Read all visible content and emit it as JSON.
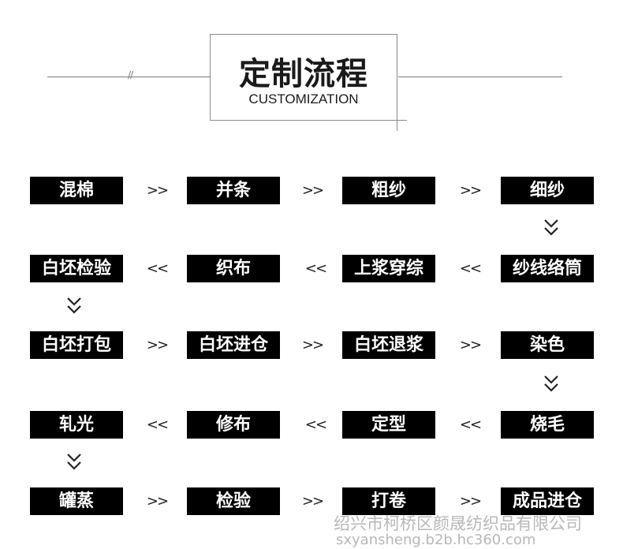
{
  "header": {
    "title_cn": "定制流程",
    "title_en": "CUSTOMIZATION",
    "slash": "//"
  },
  "rows": [
    {
      "steps": [
        "混棉",
        "并条",
        "粗纱",
        "细纱"
      ],
      "arrow": ">>"
    },
    {
      "steps": [
        "白坯检验",
        "织布",
        "上浆穿综",
        "纱线络筒"
      ],
      "arrow": "<<"
    },
    {
      "steps": [
        "白坯打包",
        "白坯进仓",
        "白坯退浆",
        "染色"
      ],
      "arrow": ">>"
    },
    {
      "steps": [
        "轧光",
        "修布",
        "定型",
        "烧毛"
      ],
      "arrow": "<<"
    },
    {
      "steps": [
        "罐蒸",
        "检验",
        "打卷",
        "成品进仓"
      ],
      "arrow": ">>"
    }
  ],
  "watermark": {
    "company": "绍兴市柯桥区颜晟纺织品有限公司",
    "url": "sxyansheng.b2b.hc360.com"
  }
}
